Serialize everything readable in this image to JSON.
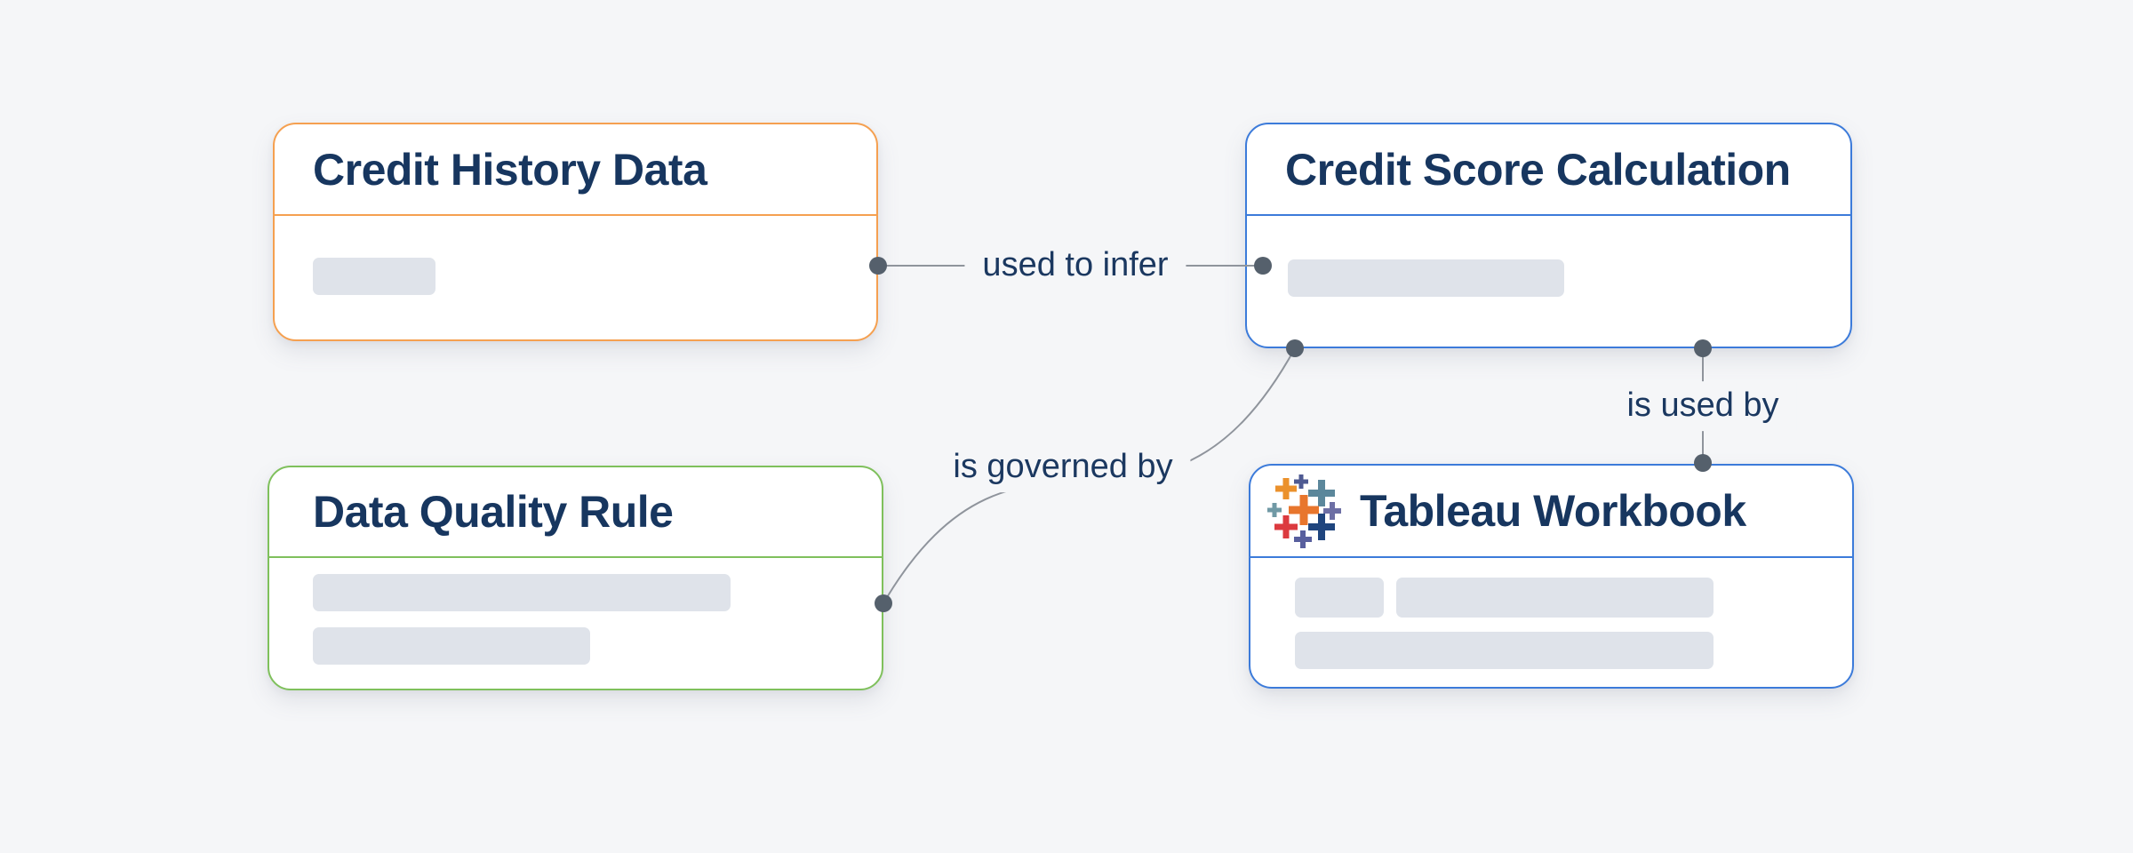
{
  "canvas": {
    "background_color": "#F5F6F8",
    "card_background": "#FFFFFF",
    "title_text_color": "#17365F",
    "edge_line_color": "#8F949C",
    "edge_dot_color": "#55606C",
    "placeholder_bar_color": "#DFE3EA"
  },
  "nodes": [
    {
      "title": "Credit History Data",
      "accent_color": "#F5A050",
      "placeholder_bar_count": 1
    },
    {
      "title": "Credit Score Calculation",
      "accent_color": "#3C7BDA",
      "placeholder_bar_count": 1
    },
    {
      "title": "Data Quality Rule",
      "accent_color": "#7FC05C",
      "placeholder_bar_count": 2
    },
    {
      "title": "Tableau Workbook",
      "accent_color": "#3C7BDA",
      "icon": "tableau-logo",
      "placeholder_bar_count": 3
    }
  ],
  "edges": [
    {
      "label": "used to infer",
      "from": "Credit History Data",
      "to": "Credit Score Calculation"
    },
    {
      "label": "is governed by",
      "from": "Credit Score Calculation",
      "to": "Data Quality Rule"
    },
    {
      "label": "is used by",
      "from": "Credit Score Calculation",
      "to": "Tableau Workbook"
    }
  ],
  "tableau_logo_colors": [
    "#EB912C",
    "#4E5A92",
    "#5B879B",
    "#7099A5",
    "#E8762D",
    "#6D6FA5",
    "#DC3A3F",
    "#1F457E",
    "#585F9E"
  ]
}
